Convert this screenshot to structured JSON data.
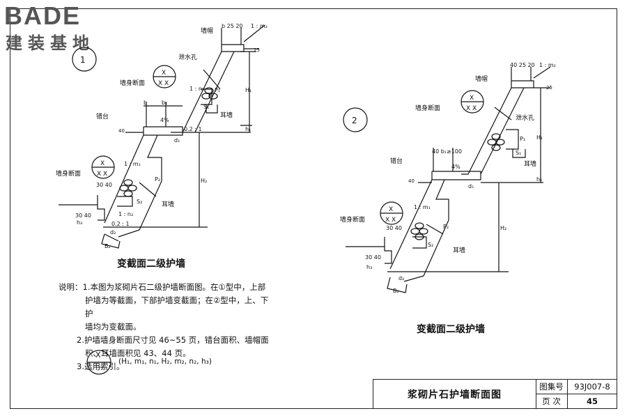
{
  "logo": {
    "brand": "BADE",
    "chinese": "建装基地"
  },
  "fig1": {
    "number": "1",
    "caption": "变截面二级护墙",
    "labels": {
      "wall_cap": "墙帽",
      "drain": "泄水孔",
      "section_upper": "墙身断面",
      "ear_wall_upper": "耳墙",
      "berm": "错台",
      "section_lower": "墙身断面",
      "ear_wall_lower": "耳墙",
      "dim_top": "b 25 20",
      "slope_top": "1 : m₂",
      "dim_25": "25",
      "H1": "H₁",
      "P1": "P₁",
      "S1": "S₁",
      "slope_n1": "1 : n₁",
      "b": "b",
      "b1": "b₁",
      "pct": "4%",
      "dim_40": "40",
      "ratio": "0.2 : 1",
      "h1": "h₁",
      "d1": "d₁",
      "slope_m1": "1 : m₁",
      "P2": "P₂",
      "H2": "H₂",
      "dim_3040a": "30 40",
      "S2": "S₂",
      "dim_3040b": "30 40",
      "slope_n2": "1 : n₂",
      "h3": "h₃",
      "d2": "d₂",
      "B2": "B₂",
      "ratio2": "0.2 : 1",
      "x": "X",
      "xx": "X X"
    }
  },
  "fig2": {
    "number": "2",
    "caption": "变截面二级护墙",
    "labels": {
      "wall_cap": "墙帽",
      "drain": "泄水孔",
      "section_upper": "墙身断面",
      "ear_wall_upper": "耳墙",
      "berm": "错台",
      "section_lower": "墙身断面",
      "ear_wall_lower": "耳墙",
      "dim_top": "40 25 20",
      "slope_top": "1 : m₂",
      "dim_25": "25",
      "H1": "H₁",
      "P1": "P₁",
      "S1": "S₁",
      "b_gt": "40 b₁≥100",
      "pct": "4%",
      "dim_40": "40",
      "h1": "h₁",
      "d1": "d₁",
      "slope_m1": "1 : m₁",
      "P2": "P₂",
      "H2": "H₂",
      "dim_3040a": "30 40",
      "S2": "S₂",
      "dim_3040b": "30 40",
      "h3": "h₃",
      "d2": "d₂",
      "B2": "B₂",
      "x": "X",
      "xx": "X X"
    }
  },
  "notes": {
    "line1": "说明：1.本图为浆砌片石二级护墙断面图。在①型中，上部",
    "line2": "护墙为等截面，下部护墙变截面；在②型中，上、下护",
    "line3": "墙均为变截面。",
    "line4": "2.护墙墙身断面尺寸见 46~55 页，错台面积、墙帽面",
    "line5": "积、耳墙面积见 43、44 页。",
    "line6": "3.选用索引。",
    "index_x": "X",
    "index_dash": "—",
    "index_params": "(H₁, m₁, n₁, H₂, m₂, n₂, h₃)"
  },
  "titleblock": {
    "title": "浆砌片石护墙断面图",
    "atlas_label": "图集号",
    "atlas_value": "93J007-8",
    "page_label": "页  次",
    "page_value": "45"
  }
}
